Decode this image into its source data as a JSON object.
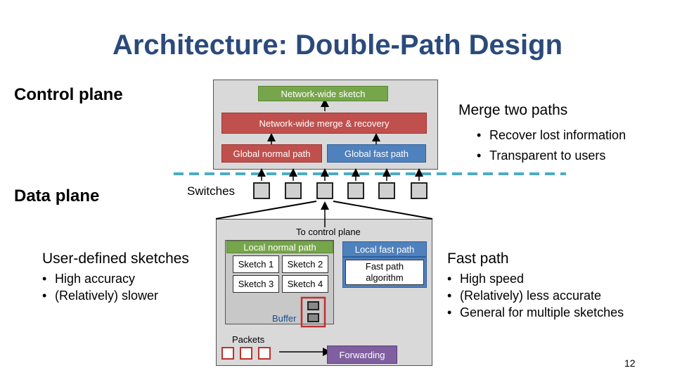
{
  "title": "Architecture: Double-Path Design",
  "labels": {
    "control_plane": "Control plane",
    "data_plane": "Data plane",
    "switches": "Switches",
    "user_defined": "User-defined sketches",
    "merge_title": "Merge two paths",
    "fast_path_title": "Fast path",
    "to_control": "To control plane",
    "local_normal": "Local normal path",
    "local_fast": "Local fast path",
    "fast_algo": "Fast path algorithm",
    "buffer": "Buffer",
    "packets": "Packets",
    "page_number": "12"
  },
  "control_boxes": {
    "sketch": "Network-wide sketch",
    "merge": "Network-wide merge & recovery",
    "global_normal": "Global normal path",
    "global_fast": "Global fast path"
  },
  "sketches": [
    "Sketch 1",
    "Sketch 2",
    "Sketch 3",
    "Sketch 4"
  ],
  "forwarding": "Forwarding",
  "merge_bullets": [
    "Recover lost information",
    "Transparent to users"
  ],
  "user_bullets": [
    "High accuracy",
    "(Relatively) slower"
  ],
  "fast_bullets": [
    "High speed",
    "(Relatively) less accurate",
    "General for multiple sketches"
  ],
  "colors": {
    "title": "#2b4a7c",
    "green": "#77a54b",
    "red": "#c0504d",
    "blue": "#4f81bd",
    "dash": "#4bacc6",
    "panel": "#d9d9d9"
  }
}
